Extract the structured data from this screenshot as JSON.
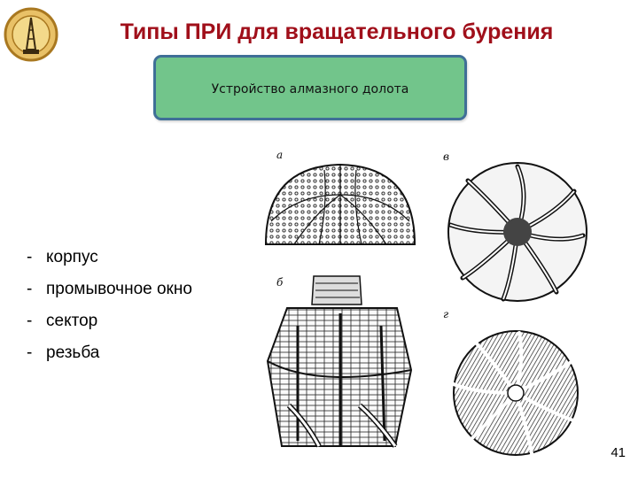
{
  "slide": {
    "title": "Типы ПРИ для вращательного бурения",
    "box_label": "Устройство алмазного долота",
    "bullets": [
      "корпус",
      "промывочное окно",
      "сектор",
      "резьба"
    ],
    "bullet_marker": "-",
    "figure_labels": {
      "a": "а",
      "b": "б",
      "v": "в",
      "g": "г"
    },
    "page_number": "41"
  },
  "icons": {
    "logo": "university-tower-emblem-icon",
    "figure_a": "diamond-bit-crown-icon",
    "figure_b": "diamond-bit-sector-body-icon",
    "figure_v": "diamond-bit-spiral-face-icon",
    "figure_g": "diamond-bit-radial-face-icon"
  },
  "colors": {
    "title": "#a00f1a",
    "box_fill": "#72c58b",
    "box_border": "#3f6f97",
    "logo_gold": "#d8a640"
  }
}
